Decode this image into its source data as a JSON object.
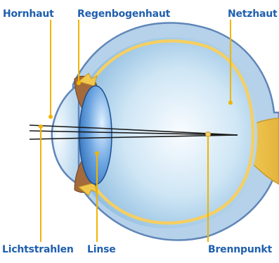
{
  "labels": {
    "hornhaut": "Hornhaut",
    "regenbogenhaut": "Regenbogenhaut",
    "netzhaut": "Netzhaut",
    "lichtstrahlen": "Lichtstrahlen",
    "linse": "Linse",
    "brennpunkt": "Brennpunkt"
  },
  "colors": {
    "label_text": "#1f5fae",
    "leader_lines": "#f0b400",
    "sclera_outline": "#5f86b8",
    "eye_fill": "#c9e2f2",
    "retina": "#f5cf63",
    "lens": "#2f74c8",
    "iris": "#a56a3b",
    "light_rays": "#1a1a1a"
  }
}
